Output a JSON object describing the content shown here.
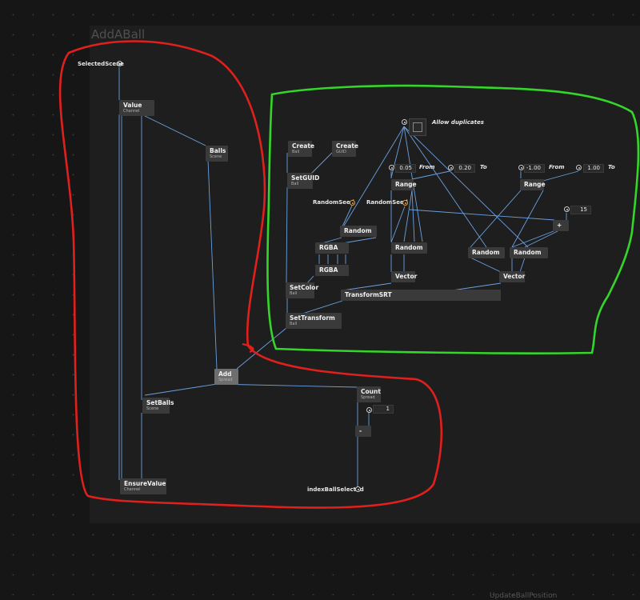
{
  "patch": {
    "region_title": "AddABall",
    "bottom_tab": "UpdateBallPosition"
  },
  "pads": {
    "selected_scene": "SelectedScene",
    "random_seed_1": "RandomSeed",
    "random_seed_2": "RandomSeed",
    "index_ball_selected": "indexBallSelected",
    "allow_duplicates": "Allow duplicates"
  },
  "nodes": {
    "value": {
      "title": "Value",
      "subtitle": "Channel"
    },
    "balls": {
      "title": "Balls",
      "subtitle": "Scene"
    },
    "create_ball": {
      "title": "Create",
      "subtitle": "Ball"
    },
    "create_guid": {
      "title": "Create",
      "subtitle": "GUID"
    },
    "set_guid": {
      "title": "SetGUID",
      "subtitle": "Ball"
    },
    "random_1": {
      "title": "Random"
    },
    "rgba_1": {
      "title": "RGBA"
    },
    "rgba_2": {
      "title": "RGBA"
    },
    "set_color": {
      "title": "SetColor",
      "subtitle": "Ball"
    },
    "set_transform": {
      "title": "SetTransform",
      "subtitle": "Ball"
    },
    "transform_srt": {
      "title": "TransformSRT"
    },
    "range_1": {
      "title": "Range"
    },
    "random_2": {
      "title": "Random"
    },
    "vector_1": {
      "title": "Vector"
    },
    "range_2": {
      "title": "Range"
    },
    "plus": {
      "title": "+"
    },
    "random_3": {
      "title": "Random"
    },
    "random_4": {
      "title": "Random"
    },
    "vector_2": {
      "title": "Vector"
    },
    "add": {
      "title": "Add",
      "subtitle": "Spread"
    },
    "set_balls": {
      "title": "SetBalls",
      "subtitle": "Scene"
    },
    "count": {
      "title": "Count",
      "subtitle": "Spread"
    },
    "minus": {
      "title": "-"
    },
    "ensure_value": {
      "title": "EnsureValue",
      "subtitle": "Channel"
    }
  },
  "iobox": {
    "range1_from": "0.05",
    "range1_to": "0.20",
    "range2_from": "-1.00",
    "range2_to": "1.00",
    "count_15": "15",
    "one": "1"
  },
  "labels": {
    "from_1": "From",
    "to_1": "To",
    "from_2": "From",
    "to_2": "To"
  },
  "colors": {
    "background": "#161616",
    "region": "#1e1e1e",
    "node": "#3a3a3a",
    "wire": "#6aa0e0",
    "annotation_red": "#e0201c",
    "annotation_green": "#35d62a",
    "pad_orange": "#e8a23a"
  }
}
